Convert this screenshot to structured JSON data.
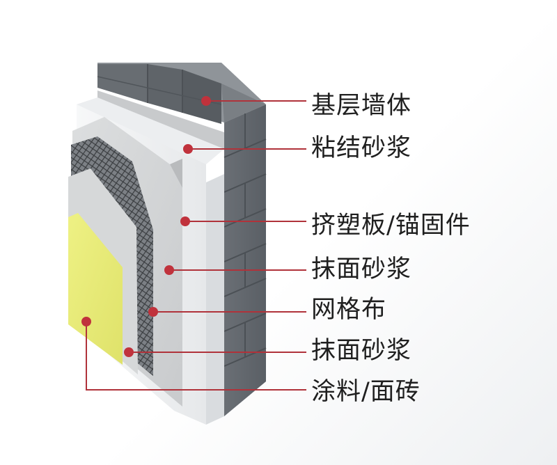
{
  "labels": {
    "base_wall": "基层墙体",
    "bonding_mortar": "粘结砂浆",
    "xps_board_anchor": "挤塑板/锚固件",
    "plaster_mortar_1": "抹面砂浆",
    "mesh": "网格布",
    "plaster_mortar_2": "抹面砂浆",
    "paint_tile": "涂料/面砖"
  },
  "colors": {
    "leader_line": "#b0323a",
    "brick_front": "#5d6268",
    "brick_side": "#73787e",
    "brick_top": "#9a9fa4",
    "xps_board": "#f5f6f7",
    "mortar": "#d3d5d6",
    "mesh": "#55595d",
    "finish_layer": "#e9ec78"
  }
}
